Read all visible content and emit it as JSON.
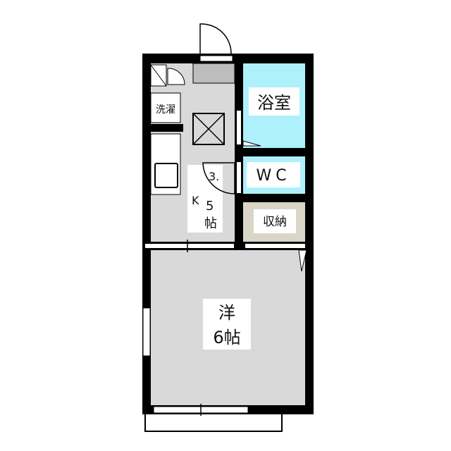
{
  "colors": {
    "wall": "#000000",
    "floor": "#d9d9d9",
    "wet": "#aef0fb",
    "storage": "#d9d6c8",
    "entry": "#bdbdbd"
  },
  "rooms": {
    "bath": "浴室",
    "wc": "WC",
    "storage": "収納",
    "laundry": "洗濯",
    "kitchen": {
      "size_a": "3.",
      "type": "K",
      "size_b": "5",
      "unit": "帖"
    },
    "western": {
      "type": "洋",
      "size": "6帖"
    }
  }
}
